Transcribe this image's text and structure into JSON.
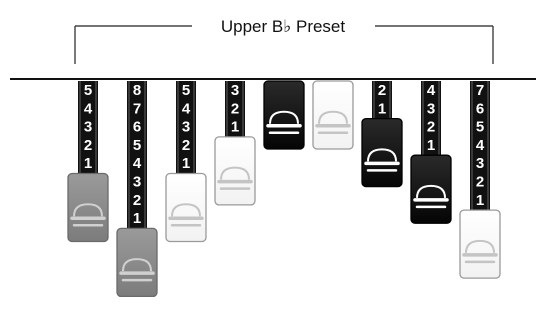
{
  "preset": {
    "label": "Upper B♭ Preset"
  },
  "drawbars": [
    {
      "level": 5,
      "color": "gray"
    },
    {
      "level": 8,
      "color": "gray"
    },
    {
      "level": 5,
      "color": "white"
    },
    {
      "level": 3,
      "color": "white"
    },
    {
      "level": 0,
      "color": "black"
    },
    {
      "level": 0,
      "color": "white"
    },
    {
      "level": 2,
      "color": "black"
    },
    {
      "level": 4,
      "color": "black"
    },
    {
      "level": 7,
      "color": "white"
    }
  ]
}
